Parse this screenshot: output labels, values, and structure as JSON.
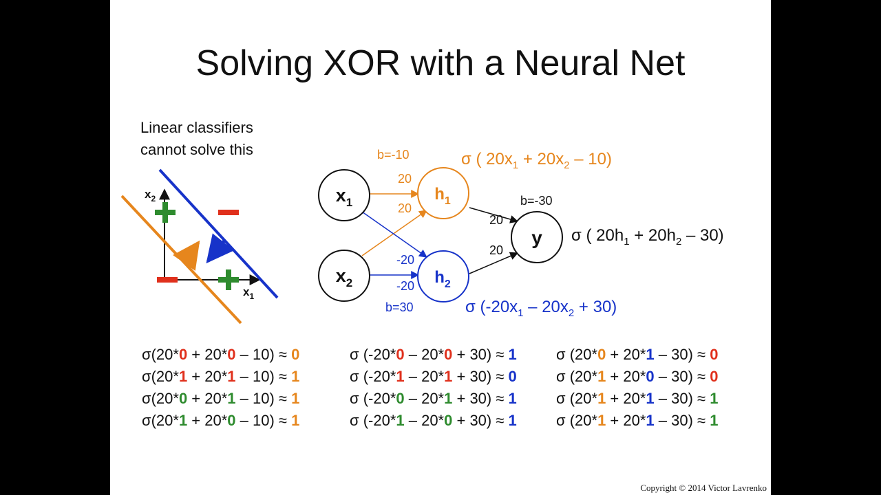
{
  "colors": {
    "orange": "#e6861d",
    "blue": "#1733c9",
    "red": "#e0301c",
    "green": "#2e8b2e",
    "black": "#111111"
  },
  "title": "Solving XOR with a Neural Net",
  "note": {
    "line1": "Linear classifiers",
    "line2": "cannot solve this"
  },
  "plot": {
    "x_label": "x1",
    "y_label": "x2",
    "minus": "–",
    "plus": "+"
  },
  "network": {
    "nodes": {
      "x1": "x1",
      "x2": "x2",
      "h1": "h1",
      "h2": "h2",
      "y": "y"
    },
    "h1": {
      "bias": "b=-10",
      "w_x1": "20",
      "w_x2": "20",
      "formula": "σ ( 20x1 + 20x2 – 10)"
    },
    "h2": {
      "bias": "b=30",
      "w_x1": "-20",
      "w_x2": "-20",
      "formula": "σ (-20x1 – 20x2 + 30)"
    },
    "y": {
      "bias": "b=-30",
      "w_h1": "20",
      "w_h2": "20",
      "formula": "σ ( 20h1 + 20h2 – 30)"
    }
  },
  "equations": {
    "col1": [
      [
        "σ(20*",
        "0",
        " + 20*",
        "0",
        " – 10) ≈ ",
        "0"
      ],
      [
        "σ(20*",
        "1",
        " + 20*",
        "1",
        " – 10) ≈ ",
        "1"
      ],
      [
        "σ(20*",
        "0",
        " + 20*",
        "1",
        " – 10) ≈ ",
        "1"
      ],
      [
        "σ(20*",
        "1",
        " + 20*",
        "0",
        " – 10) ≈ ",
        "1"
      ]
    ],
    "col2": [
      [
        "σ (-20*",
        "0",
        " – 20*",
        "0",
        " + 30) ≈ ",
        "1"
      ],
      [
        "σ (-20*",
        "1",
        " – 20*",
        "1",
        " + 30) ≈ ",
        "0"
      ],
      [
        "σ (-20*",
        "0",
        " – 20*",
        "1",
        " + 30) ≈ ",
        "1"
      ],
      [
        "σ (-20*",
        "1",
        " – 20*",
        "0",
        " + 30) ≈ ",
        "1"
      ]
    ],
    "col3": [
      [
        "σ (20*",
        "0",
        " + 20*",
        "1",
        " – 30) ≈ ",
        "0"
      ],
      [
        "σ (20*",
        "1",
        " + 20*",
        "0",
        " – 30) ≈ ",
        "0"
      ],
      [
        "σ (20*",
        "1",
        " + 20*",
        "1",
        " – 30) ≈ ",
        "1"
      ],
      [
        "σ (20*",
        "1",
        " + 20*",
        "1",
        " – 30) ≈ ",
        "1"
      ]
    ]
  },
  "copyright": "Copyright © 2014 Victor Lavrenko"
}
